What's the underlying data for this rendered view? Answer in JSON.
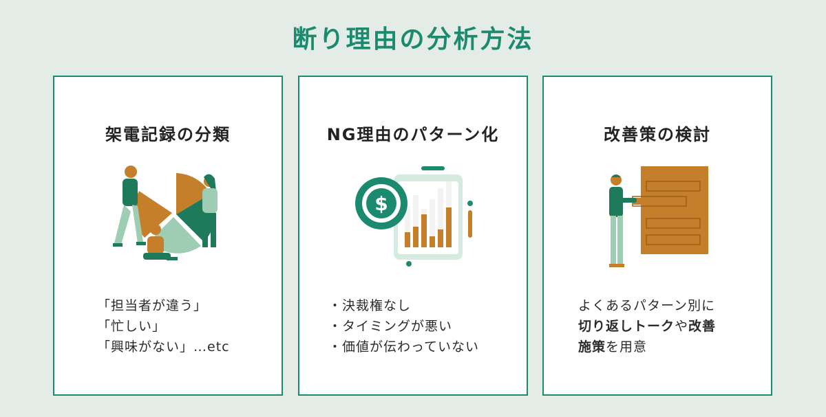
{
  "title": "断り理由の分析方法",
  "cards": [
    {
      "heading": "架電記録の分類",
      "illustration": "team-analyzing-pie-chart",
      "lines": [
        "「担当者が違う」",
        "「忙しい」",
        "「興味がない」…etc"
      ]
    },
    {
      "heading": "NG理由のパターン化",
      "illustration": "dollar-coin-bar-chart",
      "lines": [
        "・決裁権なし",
        "・タイミングが悪い",
        "・価値が伝わっていない"
      ]
    },
    {
      "heading": "改善策の検討",
      "illustration": "person-with-product-board",
      "line1": "よくあるパターン別に",
      "line2_bold": "切り返しトーク",
      "line2_normal": "や",
      "line2_bold2": "改善",
      "line3_bold": "施策",
      "line3_normal": "を用意"
    }
  ],
  "colors": {
    "accent": "#1b8a6e",
    "dark_green": "#1f7a5c",
    "orange": "#c57f2a",
    "light_green": "#9fcdb3",
    "background": "#e4ece8"
  }
}
